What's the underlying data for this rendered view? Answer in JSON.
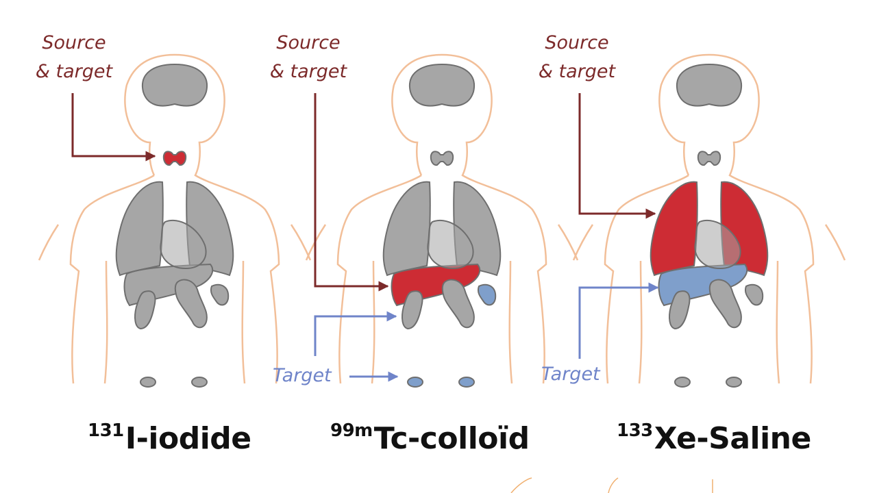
{
  "panels": [
    {
      "isotope": "131",
      "compound": "I-iodide",
      "source_line1": "Source",
      "source_line2": "& target",
      "target_label": "",
      "source_organ": "thyroid",
      "target_organs": []
    },
    {
      "isotope": "99m",
      "compound": "Tc-colloïd",
      "source_line1": "Source",
      "source_line2": "& target",
      "target_label": "Target",
      "source_organ": "liver",
      "target_organs": [
        "spleen",
        "gonads"
      ]
    },
    {
      "isotope": "133",
      "compound": "Xe-Saline",
      "source_line1": "Source",
      "source_line2": "& target",
      "target_label": "Target",
      "source_organ": "lungs",
      "target_organs": [
        "liver"
      ]
    }
  ],
  "colors": {
    "source": "#cd2c34",
    "source_arrow": "#7c2a2a",
    "target": "#7f9fcb",
    "target_arrow": "#6f84c9",
    "organ": "#a6a6a6",
    "outline": "#f2bf99"
  }
}
